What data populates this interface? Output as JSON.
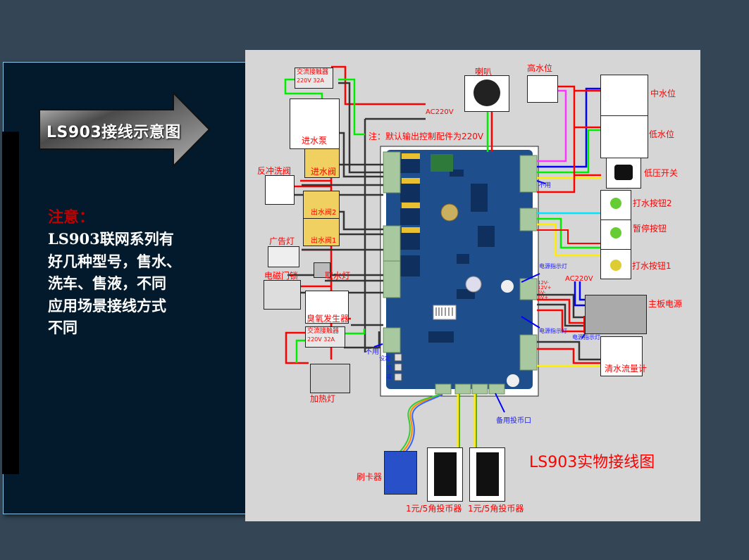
{
  "slide": {
    "arrow_title": "LS903接线示意图",
    "note_title": "注意：",
    "note_lines": [
      "LS903联网系列有",
      "好几种型号，售水、",
      "洗车、售液，不同",
      "应用场景接线方式",
      "不同"
    ]
  },
  "diagram": {
    "caption": "LS903实物接线图",
    "note": "注：默认输出控制配件为220V",
    "ac_left": "AC220V",
    "ac_right": "AC220V",
    "contactor_top": {
      "line1": "交流接触器",
      "line2": "220V  32A"
    },
    "contactor_bottom": {
      "line1": "交流接触器",
      "line2": "220V  32A"
    },
    "left_components": [
      "进水泵",
      "进水阀",
      "反冲洗阀",
      "出水阀2",
      "出水阀1",
      "广告灯",
      "取水灯",
      "电磁门锁",
      "臭氧发生器",
      "加热灯"
    ],
    "top_components": [
      "喇叭",
      "高水位"
    ],
    "right_components": [
      "中水位",
      "低水位",
      "低压开关",
      "打水按钮2",
      "暂停按钮",
      "打水按钮1",
      "主板电源",
      "清水流量计"
    ],
    "bottom_components": [
      "刷卡器",
      "1元/5角投币器",
      "1元/5角投币器"
    ],
    "small_labels": {
      "unused_top": "不用",
      "unused_bottom": "不用",
      "power_led_1": "电源指示灯",
      "power_led_2": "电源指示灯",
      "power_led_3": "电源指示灯",
      "spare_coin": "备用投币口",
      "set": "设定",
      "plus": "加",
      "minus": "减",
      "v12m": "12V-",
      "v12p": "12V+",
      "v5m": "5V-",
      "v5p": "5V+"
    }
  },
  "colors": {
    "background": "#344655",
    "left_panel": "#021a2b",
    "panel": "#d6d6d6",
    "wire_red": "#ff0000",
    "wire_green": "#00ee00",
    "wire_blue": "#0000ff",
    "wire_magenta": "#ff33ff",
    "wire_yellow": "#ffee00",
    "wire_cyan": "#00e5ff",
    "board": "#1e4f8c"
  }
}
